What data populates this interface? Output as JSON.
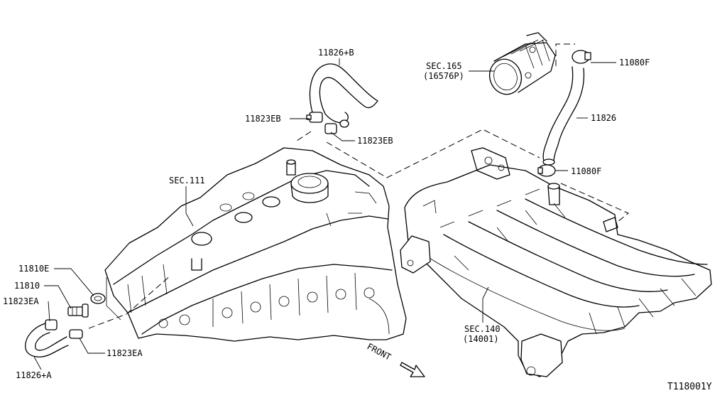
{
  "labels": {
    "hose_b": "11826+B",
    "clamp_eb_left": "11823EB",
    "clamp_eb_right": "11823EB",
    "sec165": "SEC.165",
    "sec165_part": "(16576P)",
    "clamp_f_top": "11080F",
    "hose": "11826",
    "clamp_f_bottom": "11080F",
    "sec111": "SEC.111",
    "valve_e": "11810E",
    "valve": "11810",
    "clamp_ea_left": "11823EA",
    "clamp_ea_bottom": "11823EA",
    "hose_a": "11826+A",
    "sec140": "SEC.140",
    "sec140_part": "(14001)",
    "front": "FRONT",
    "diagram_id": "T118001Y"
  }
}
